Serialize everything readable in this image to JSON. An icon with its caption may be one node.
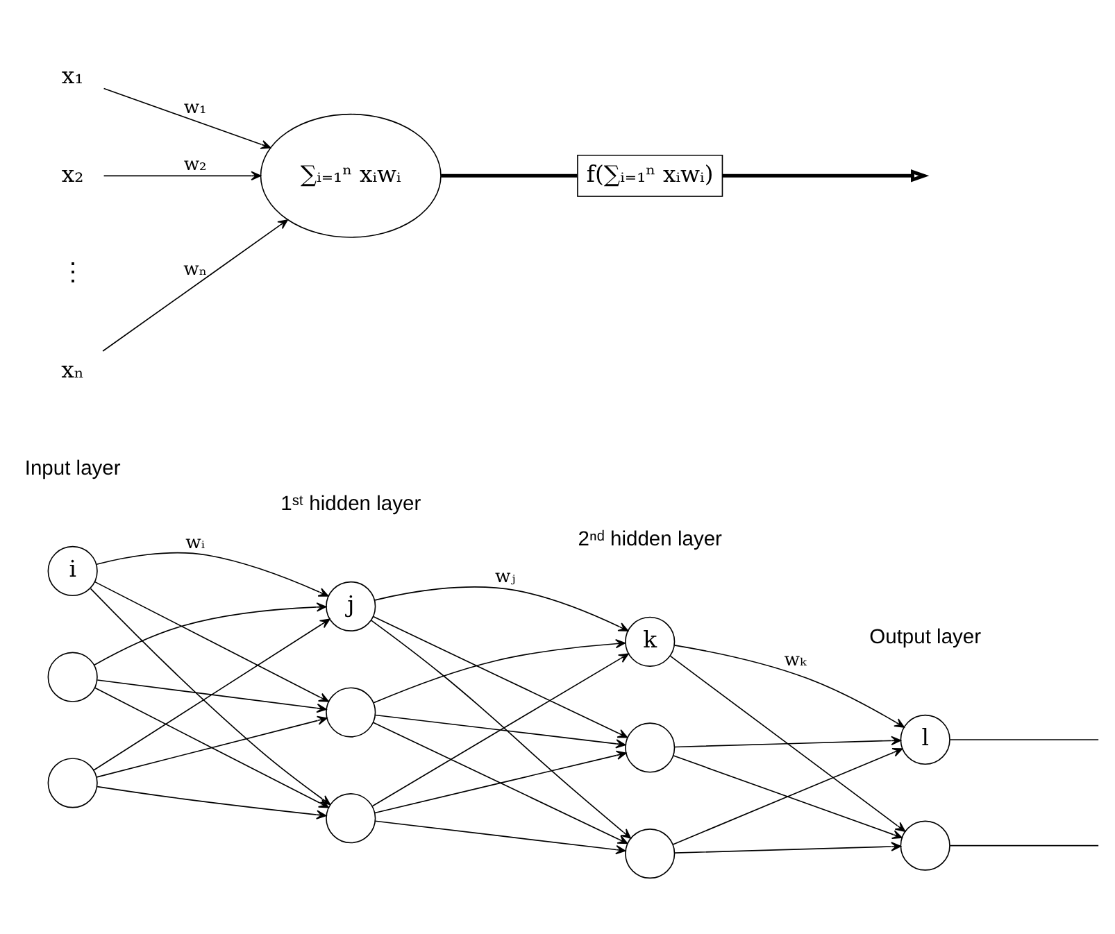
{
  "diagram": {
    "nodes": [
      {
        "text": [
          "x₁"
        ]
      },
      {
        "text": [
          "x₂"
        ]
      },
      {
        "text": [
          "xₙ"
        ]
      },
      {
        "text": [
          "∑ᵢ₌₁ⁿ xᵢwᵢ"
        ]
      },
      {
        "text": [
          "f(∑ᵢ₌₁ⁿ xᵢwᵢ)"
        ]
      },
      {
        "text": [
          "i"
        ]
      },
      {
        "text": [],
        "shape": "circle"
      },
      {
        "text": [],
        "shape": "circle"
      },
      {
        "text": [
          "j"
        ]
      },
      {
        "text": [],
        "shape": "circle"
      },
      {
        "text": [],
        "shape": "circle"
      },
      {
        "text": [
          "k"
        ]
      },
      {
        "text": [],
        "shape": "circle"
      },
      {
        "text": [],
        "shape": "circle"
      },
      {
        "text": [
          "l"
        ]
      },
      {
        "text": [],
        "shape": "circle"
      }
    ],
    "edges": [
      {
        "from": 0,
        "to": 3,
        "arrow": "to",
        "label": "w₁"
      },
      {
        "from": 1,
        "to": 3,
        "arrow": "to",
        "label": "w₂"
      },
      {
        "from": 2,
        "to": 3,
        "arrow": "to",
        "label": "wₙ"
      },
      {
        "from": 3,
        "to": 4,
        "arrow": "none",
        "style": "thick"
      },
      {
        "from": 4,
        "to": null,
        "arrow": "to",
        "style": "thick"
      },
      {
        "from": 5,
        "to": 8,
        "arrow": "to",
        "label": "wᵢ"
      },
      {
        "from": 5,
        "to": 9,
        "arrow": "to"
      },
      {
        "from": 5,
        "to": 10,
        "arrow": "to"
      },
      {
        "from": 6,
        "to": 8,
        "arrow": "to"
      },
      {
        "from": 6,
        "to": 9,
        "arrow": "to"
      },
      {
        "from": 6,
        "to": 10,
        "arrow": "to"
      },
      {
        "from": 7,
        "to": 8,
        "arrow": "to"
      },
      {
        "from": 7,
        "to": 9,
        "arrow": "to"
      },
      {
        "from": 7,
        "to": 10,
        "arrow": "to"
      },
      {
        "from": 8,
        "to": 11,
        "arrow": "to",
        "label": "wⱼ"
      },
      {
        "from": 8,
        "to": 12,
        "arrow": "to"
      },
      {
        "from": 8,
        "to": 13,
        "arrow": "to"
      },
      {
        "from": 9,
        "to": 11,
        "arrow": "to"
      },
      {
        "from": 9,
        "to": 12,
        "arrow": "to"
      },
      {
        "from": 9,
        "to": 13,
        "arrow": "to"
      },
      {
        "from": 10,
        "to": 11,
        "arrow": "to"
      },
      {
        "from": 10,
        "to": 12,
        "arrow": "to"
      },
      {
        "from": 10,
        "to": 13,
        "arrow": "to"
      },
      {
        "from": 11,
        "to": 14,
        "arrow": "to",
        "label": "wₖ"
      },
      {
        "from": 11,
        "to": 15,
        "arrow": "to"
      },
      {
        "from": 12,
        "to": 14,
        "arrow": "to"
      },
      {
        "from": 12,
        "to": 15,
        "arrow": "to"
      },
      {
        "from": 13,
        "to": 14,
        "arrow": "to"
      },
      {
        "from": 13,
        "to": 15,
        "arrow": "to"
      },
      {
        "from": 14,
        "to": null,
        "arrow": "none"
      },
      {
        "from": 15,
        "to": null,
        "arrow": "none"
      }
    ],
    "labels": [
      "⋮",
      "Input layer",
      "1ˢᵗ hidden layer",
      "2ⁿᵈ hidden layer",
      "Output layer"
    ]
  }
}
